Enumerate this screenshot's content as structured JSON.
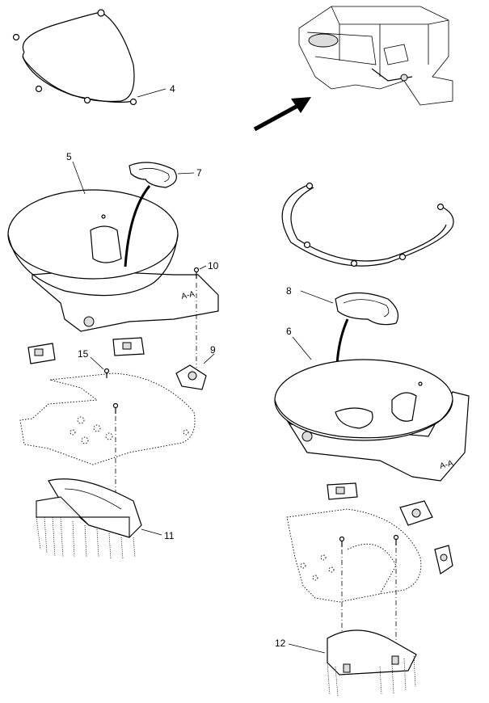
{
  "diagram": {
    "type": "exploded-parts-diagram",
    "callouts": [
      {
        "id": "4",
        "label": "4"
      },
      {
        "id": "5",
        "label": "5"
      },
      {
        "id": "7",
        "label": "7"
      },
      {
        "id": "10",
        "label": "10"
      },
      {
        "id": "9",
        "label": "9"
      },
      {
        "id": "15",
        "label": "15"
      },
      {
        "id": "11",
        "label": "11"
      },
      {
        "id": "8",
        "label": "8"
      },
      {
        "id": "6",
        "label": "6"
      },
      {
        "id": "12",
        "label": "12"
      }
    ]
  }
}
